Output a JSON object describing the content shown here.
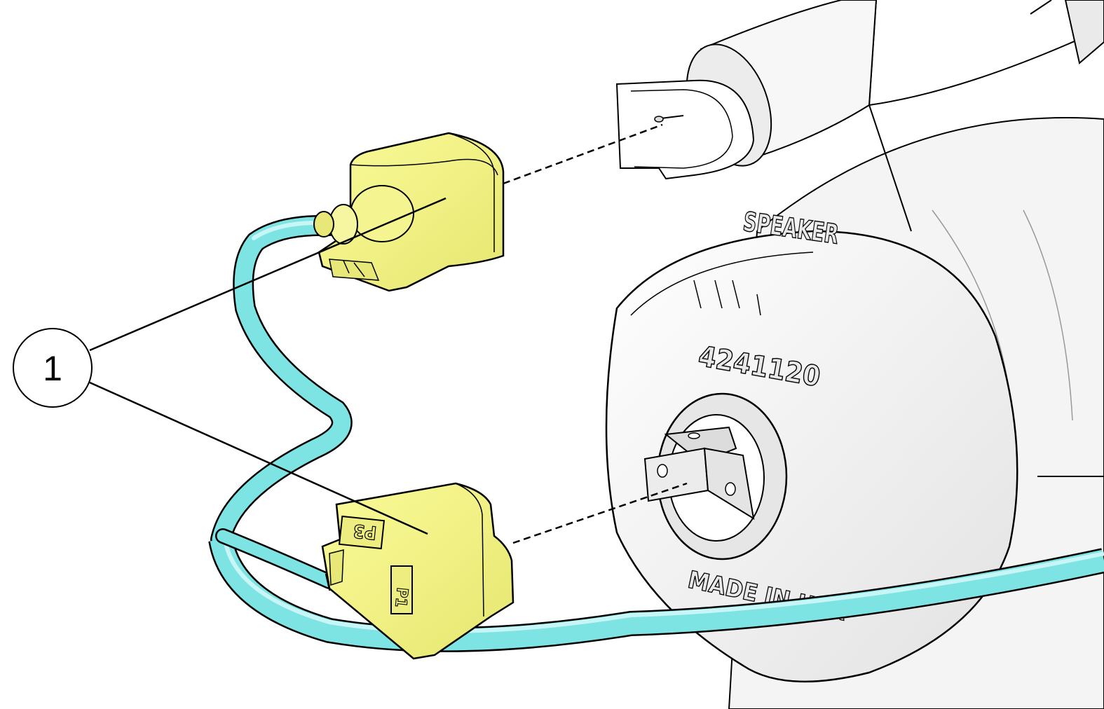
{
  "callout": {
    "number": "1"
  },
  "speaker": {
    "label_line1": "SPEAKER",
    "label_line2": "4241120",
    "label_bottom": "MADE IN USA"
  },
  "connector_lower": {
    "tag_top": "P3",
    "tag_side": "P1"
  },
  "colors": {
    "connector_fill": "#f0f07c",
    "cable_fill": "#7ee3e3",
    "housing_fill": "#f2f2f2",
    "line": "#000000"
  }
}
